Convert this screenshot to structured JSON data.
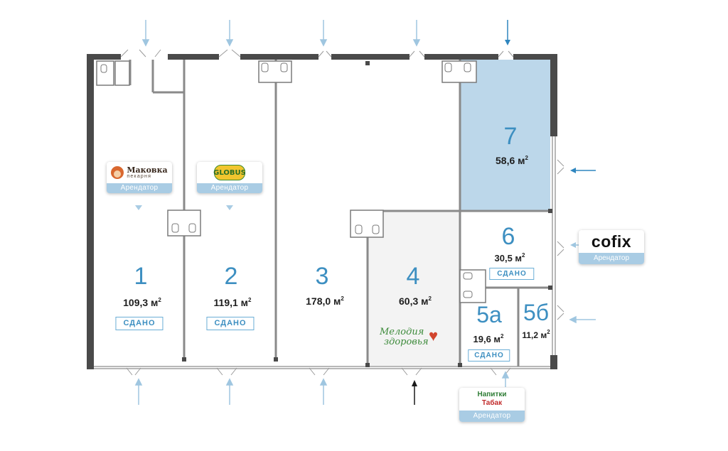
{
  "units": [
    {
      "id": "unit-1",
      "number": "1",
      "area": "109,3 м",
      "sup": "2",
      "status": "СДАНО"
    },
    {
      "id": "unit-2",
      "number": "2",
      "area": "119,1 м",
      "sup": "2",
      "status": "СДАНО"
    },
    {
      "id": "unit-3",
      "number": "3",
      "area": "178,0 м",
      "sup": "2",
      "status": ""
    },
    {
      "id": "unit-4",
      "number": "4",
      "area": "60,3 м",
      "sup": "2",
      "status": ""
    },
    {
      "id": "unit-5a",
      "number": "5а",
      "area": "19,6 м",
      "sup": "2",
      "status": "СДАНО"
    },
    {
      "id": "unit-5b",
      "number": "5б",
      "area": "11,2 м",
      "sup": "2",
      "status": ""
    },
    {
      "id": "unit-6",
      "number": "6",
      "area": "30,5 м",
      "sup": "2",
      "status": "СДАНО"
    },
    {
      "id": "unit-7",
      "number": "7",
      "area": "58,6 м",
      "sup": "2",
      "status": ""
    }
  ],
  "tenants": {
    "makovka": {
      "name": "Маковка",
      "sub": "пекарня",
      "label": "Арендатор"
    },
    "globus": {
      "name": "GLOBUS",
      "label": "Арендатор"
    },
    "cofix": {
      "name": "cofix",
      "label": "Арендатор"
    },
    "napitki": {
      "line1": "Напитки",
      "line2": "Табак",
      "label": "Арендатор"
    },
    "melodia": {
      "line1": "Мелодия",
      "line2": "здоровья"
    }
  },
  "colors": {
    "wall": "#4a4a4a",
    "partition": "#8a8a8a",
    "highlight": "#bcd7ea",
    "accent": "#3d8fc1",
    "arrow": "#9fc6e0",
    "arrow_strong": "#2f86bf"
  }
}
